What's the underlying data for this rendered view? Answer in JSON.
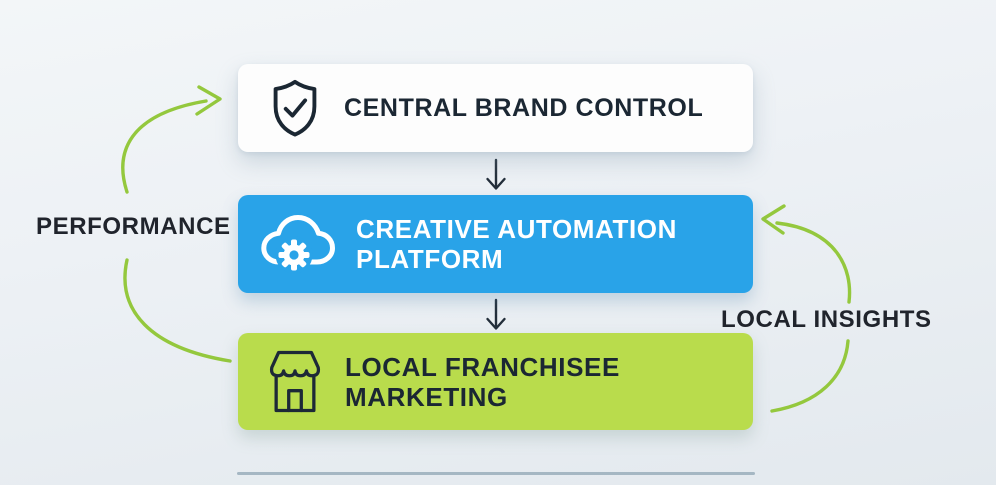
{
  "diagram": {
    "nodes": {
      "brand": {
        "label": "CENTRAL BRAND CONTROL",
        "icon": "shield-check-icon"
      },
      "platform": {
        "line1": "CREATIVE AUTOMATION",
        "line2": "PLATFORM",
        "icon": "cloud-gear-icon"
      },
      "local": {
        "line1": "LOCAL FRANCHISEE",
        "line2": "MARKETING",
        "icon": "storefront-icon"
      }
    },
    "labels": {
      "performance": "PERFORMANCE",
      "insights": "LOCAL INSIGHTS"
    },
    "colors": {
      "node_brand_bg": "#fdfdfd",
      "node_platform_bg": "#29a3e8",
      "node_local_bg": "#b9dc4c",
      "text_dark": "#1b2733",
      "text_light": "#ffffff",
      "arrow_green": "#94c83d",
      "connector_dark": "#232e3a",
      "divider": "#9db1be"
    }
  }
}
